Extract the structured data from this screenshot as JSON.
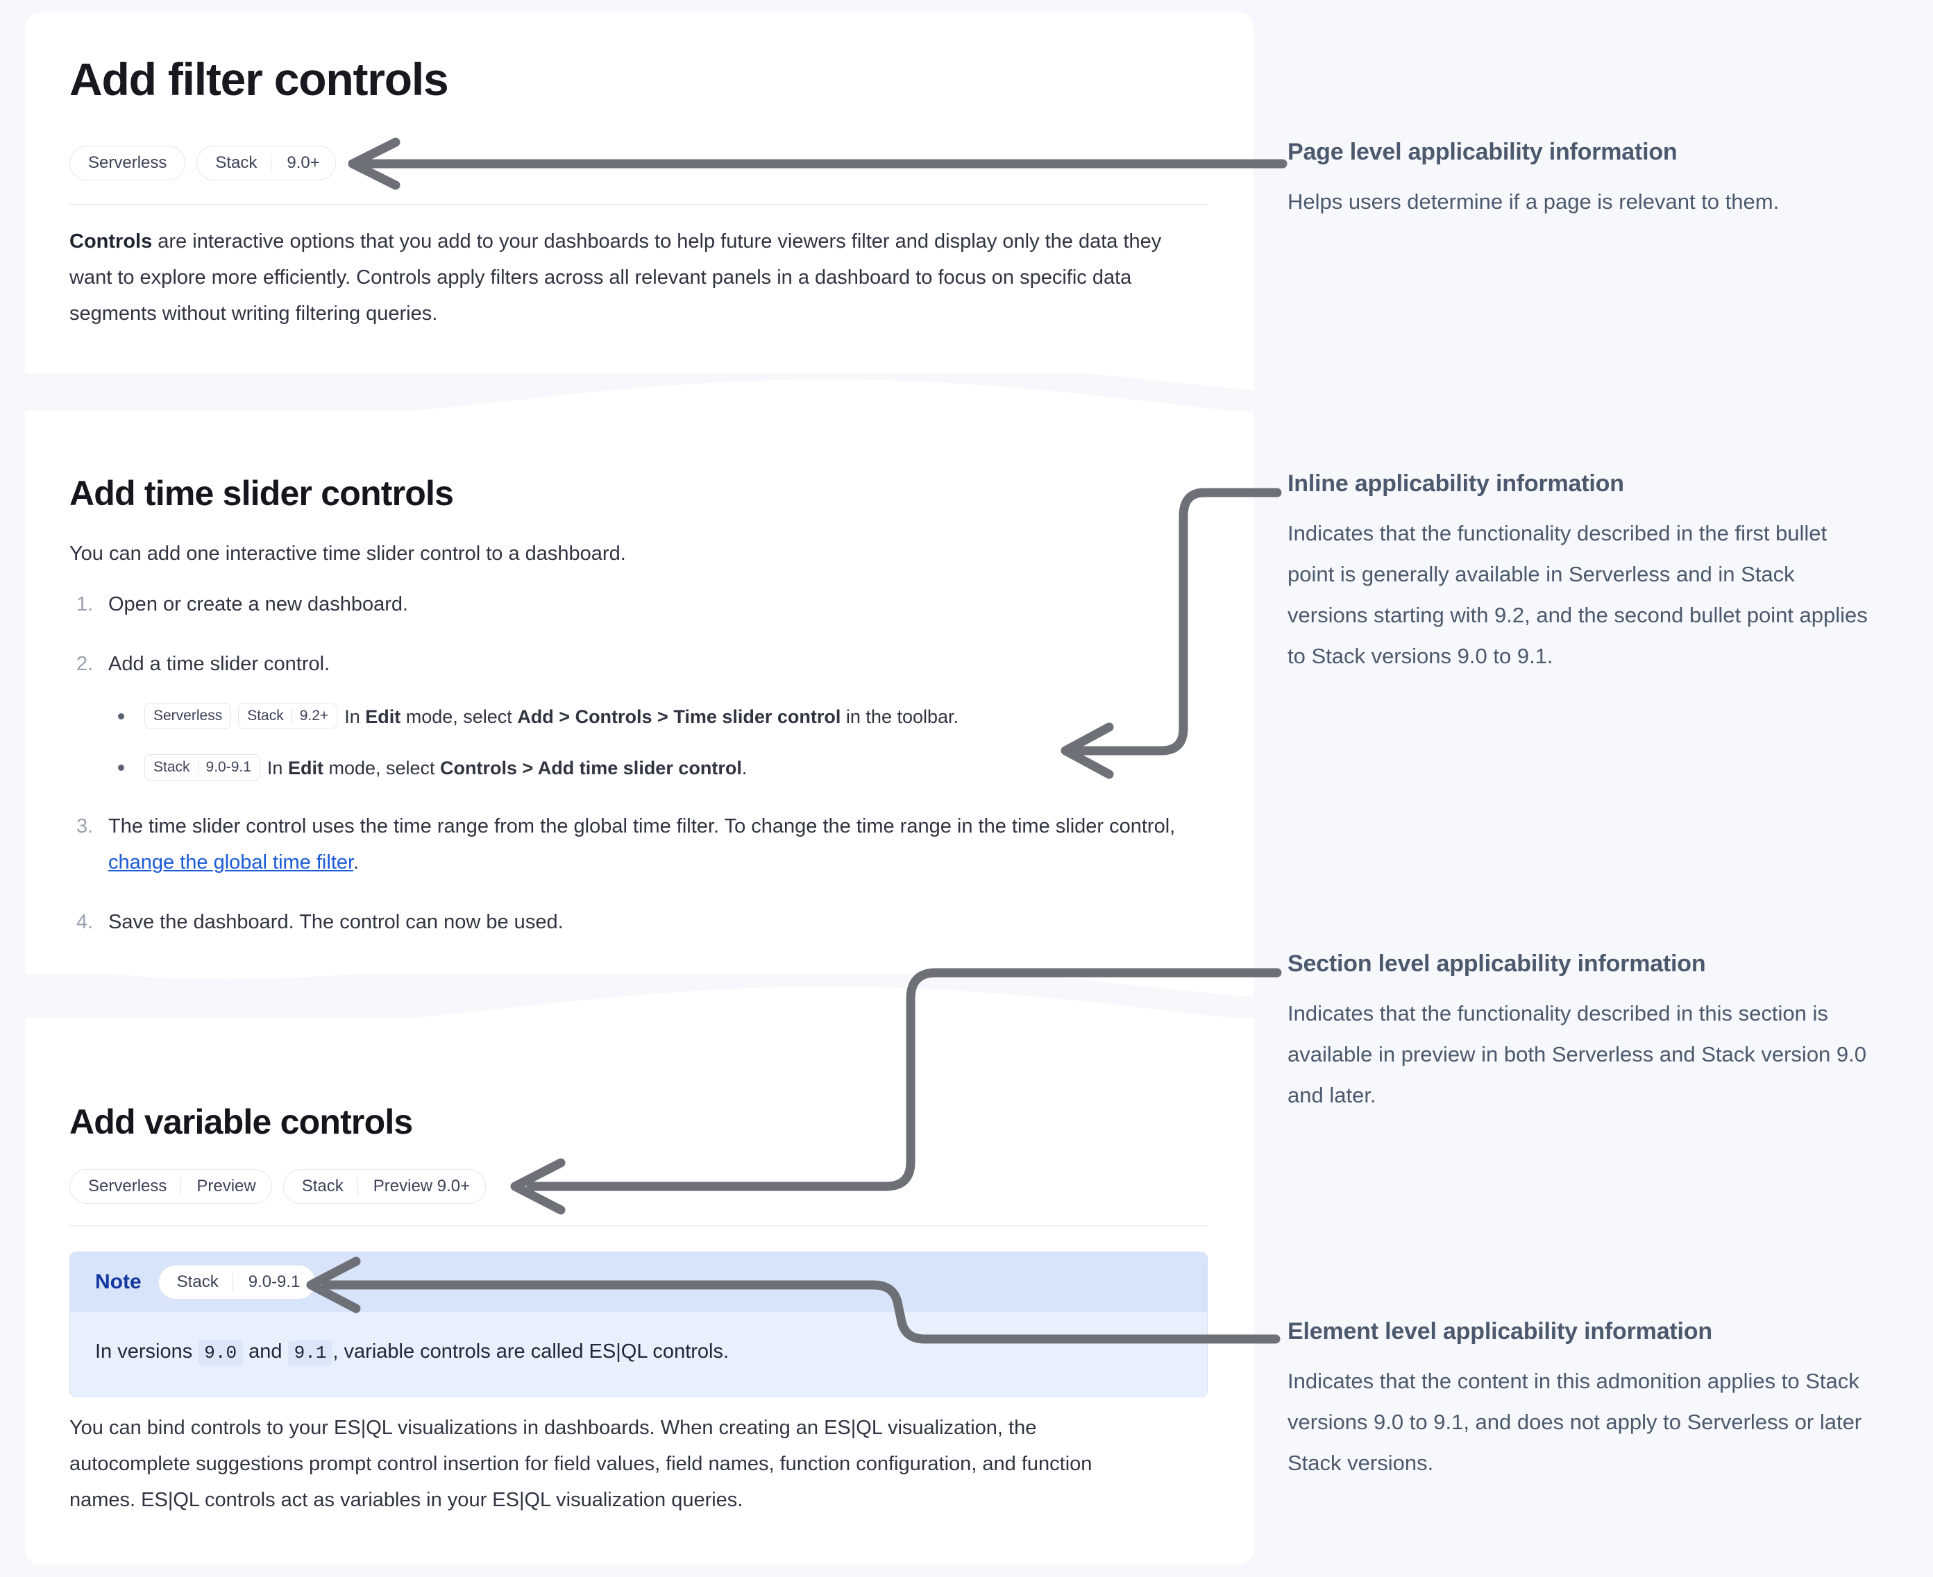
{
  "page": {
    "title": "Add filter controls",
    "applicability_badges": [
      {
        "name": "Serverless"
      },
      {
        "name": "Stack",
        "version": "9.0+"
      }
    ],
    "intro": {
      "lead": "Controls",
      "rest": " are interactive options that you add to your dashboards to help future viewers filter and display only the data they want to explore more efficiently. Controls apply filters across all relevant panels in a dashboard to focus on specific data segments without writing filtering queries."
    }
  },
  "time_slider_section": {
    "heading": "Add time slider controls",
    "lead": "You can add one interactive time slider control to a dashboard.",
    "steps": [
      {
        "num": "1.",
        "text": "Open or create a new dashboard."
      },
      {
        "num": "2.",
        "text": "Add a time slider control."
      },
      {
        "num": "3.",
        "text": "The time slider control uses the time range from the global time filter. To change the time range in the time slider control, ",
        "link": "change the global time filter",
        "tail": "."
      },
      {
        "num": "4.",
        "text": "Save the dashboard. The control can now be used."
      }
    ],
    "bullets": [
      {
        "badges": [
          {
            "name": "Serverless"
          },
          {
            "name": "Stack",
            "version": "9.2+"
          }
        ],
        "pre": "In ",
        "b1": "Edit",
        "mid1": " mode, select ",
        "b2": "Add > Controls > Time slider control",
        "tail": " in the toolbar."
      },
      {
        "badges": [
          {
            "name": "Stack",
            "version": "9.0-9.1"
          }
        ],
        "pre": "In ",
        "b1": "Edit",
        "mid1": " mode, select ",
        "b2": "Controls > Add time slider control",
        "tail": "."
      }
    ]
  },
  "variable_section": {
    "heading": "Add variable controls",
    "applicability_badges": [
      {
        "name": "Serverless",
        "version": "Preview"
      },
      {
        "name": "Stack",
        "version": "Preview 9.0+"
      }
    ],
    "note": {
      "label": "Note",
      "badge": {
        "name": "Stack",
        "version": "9.0-9.1"
      },
      "text_pre": "In versions ",
      "code_1": "9.0",
      "text_mid": " and ",
      "code_2": "9.1",
      "text_post": ", variable controls are called ES|QL controls."
    },
    "outro": "You can bind controls to your ES|QL visualizations in dashboards. When creating an ES|QL visualization, the autocomplete suggestions prompt control insertion for field values, field names, function configuration, and function names. ES|QL controls act as variables in your ES|QL visualization queries."
  },
  "annotations": [
    {
      "title": "Page level applicability information",
      "body": "Helps users determine if a page is relevant to them."
    },
    {
      "title": "Inline applicability information",
      "body": "Indicates that the functionality described in the first bullet point is generally available in Serverless and in Stack versions starting with 9.2, and the second bullet point applies to Stack versions 9.0 to 9.1."
    },
    {
      "title": "Section level applicability information",
      "body": "Indicates that the functionality described in this section is available in preview in both Serverless and Stack version 9.0 and later."
    },
    {
      "title": "Element level applicability information",
      "body": "Indicates that the content in this admonition applies to Stack versions 9.0 to 9.1, and does not apply to Serverless or later Stack versions."
    }
  ],
  "colors": {
    "page_background": "#f7f8fb",
    "panel_background": "#ffffff",
    "arrow": "#6e7078",
    "link": "#1b5bd7",
    "note_header": "#d7e4fa",
    "note_body": "#e9f0fd",
    "note_title": "#14389e",
    "annotation_text": "#4b596e"
  }
}
